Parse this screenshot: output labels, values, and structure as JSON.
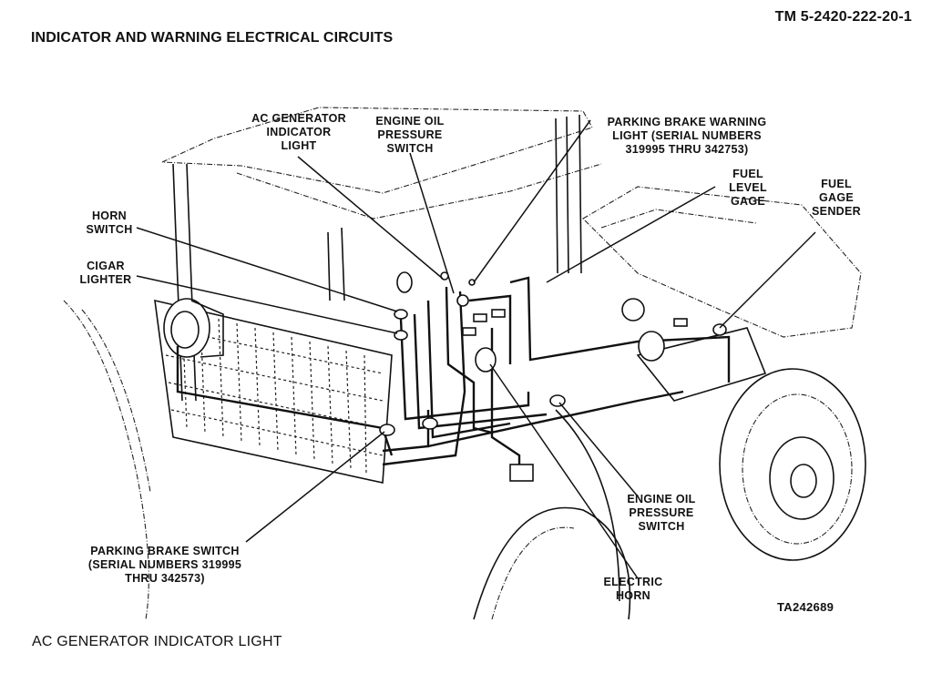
{
  "header": {
    "tm_number": "TM 5-2420-222-20-1",
    "title": "INDICATOR AND WARNING ELECTRICAL CIRCUITS"
  },
  "figure": {
    "callouts": {
      "ac_generator_indicator_light": "AC GENERATOR\nINDICATOR\nLIGHT",
      "engine_oil_pressure_switch_top": "ENGINE OIL\nPRESSURE\nSWITCH",
      "parking_brake_warning_light": "PARKING BRAKE WARNING\nLIGHT (SERIAL NUMBERS\n319995 THRU 342753)",
      "fuel_level_gage": "FUEL\nLEVEL\nGAGE",
      "fuel_gage_sender": "FUEL\nGAGE\nSENDER",
      "horn_switch": "HORN\nSWITCH",
      "cigar_lighter": "CIGAR\nLIGHTER",
      "parking_brake_switch": "PARKING BRAKE SWITCH\n(SERIAL NUMBERS 319995\nTHRU 342573)",
      "engine_oil_pressure_switch_bottom": "ENGINE OIL\nPRESSURE\nSWITCH",
      "electric_horn": "ELECTRIC\nHORN"
    },
    "figure_id": "TA242689"
  },
  "section": {
    "caption": "AC GENERATOR INDICATOR LIGHT"
  }
}
